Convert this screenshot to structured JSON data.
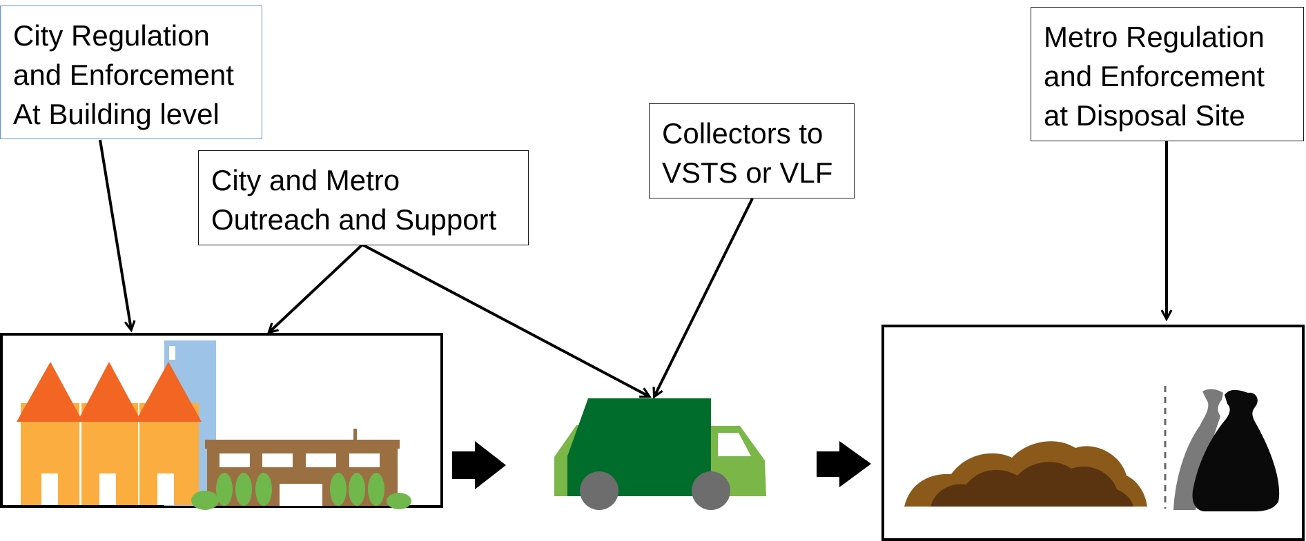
{
  "labels": {
    "city_regulation": [
      "City Regulation",
      "and Enforcement",
      "At Building level"
    ],
    "outreach": [
      "City and Metro",
      "Outreach and Support"
    ],
    "collectors": [
      "Collectors to",
      "VSTS or VLF"
    ],
    "metro_regulation": [
      "Metro Regulation",
      "and Enforcement",
      "at Disposal Site"
    ]
  },
  "colors": {
    "house_wall": "#fbad3f",
    "house_roof": "#f26522",
    "tower": "#9dc3e6",
    "shop": "#9a7043",
    "shrub": "#70b84c",
    "truck_body": "#006d2c",
    "truck_cab": "#7ab648",
    "wheel": "#6d6d6d",
    "compost_light": "#8b5a1b",
    "compost_dark": "#5a3410",
    "bag_gray": "#7a7a7a",
    "bag_black": "#0a0a0a",
    "arrow": "#000000"
  },
  "icons": [
    "building-scene",
    "garbage-truck-icon",
    "compost-pile-icon",
    "trash-bag-icon"
  ]
}
